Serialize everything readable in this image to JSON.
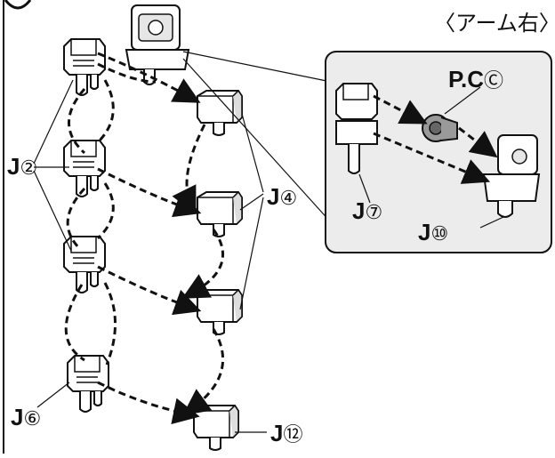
{
  "header": {
    "title": "〈アーム右〉"
  },
  "labels": {
    "j2": "J",
    "j2_num": "②",
    "j4": "J",
    "j4_num": "④",
    "j6": "J",
    "j6_num": "⑥",
    "j7": "J",
    "j7_num": "⑦",
    "j10": "J",
    "j10_num": "⑩",
    "j12": "J",
    "j12_num": "⑫",
    "pc": "P.C",
    "pc_num": "Ⓒ"
  },
  "colors": {
    "line": "#111111",
    "part_fill": "#ffffff",
    "inset_fill": "#ececec",
    "pc_part": "#9a9a9a"
  }
}
